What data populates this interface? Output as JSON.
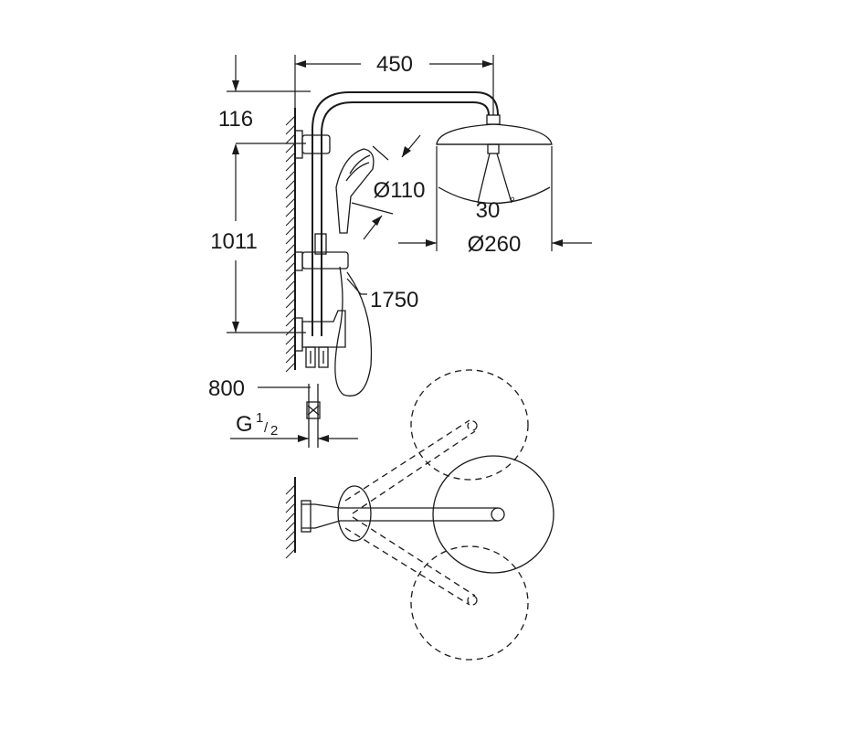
{
  "dimensions": {
    "width_overall": "450",
    "offset_top": "116",
    "bar_length": "1011",
    "handshower_diameter": "Ø110",
    "headshower_angle": "30",
    "headshower_angle_unit": "°",
    "headshower_diameter": "Ø260",
    "hose_length": "1750",
    "outlet_height": "800",
    "connection_thread": "G",
    "connection_thread_num": "1",
    "connection_thread_den": "2"
  }
}
